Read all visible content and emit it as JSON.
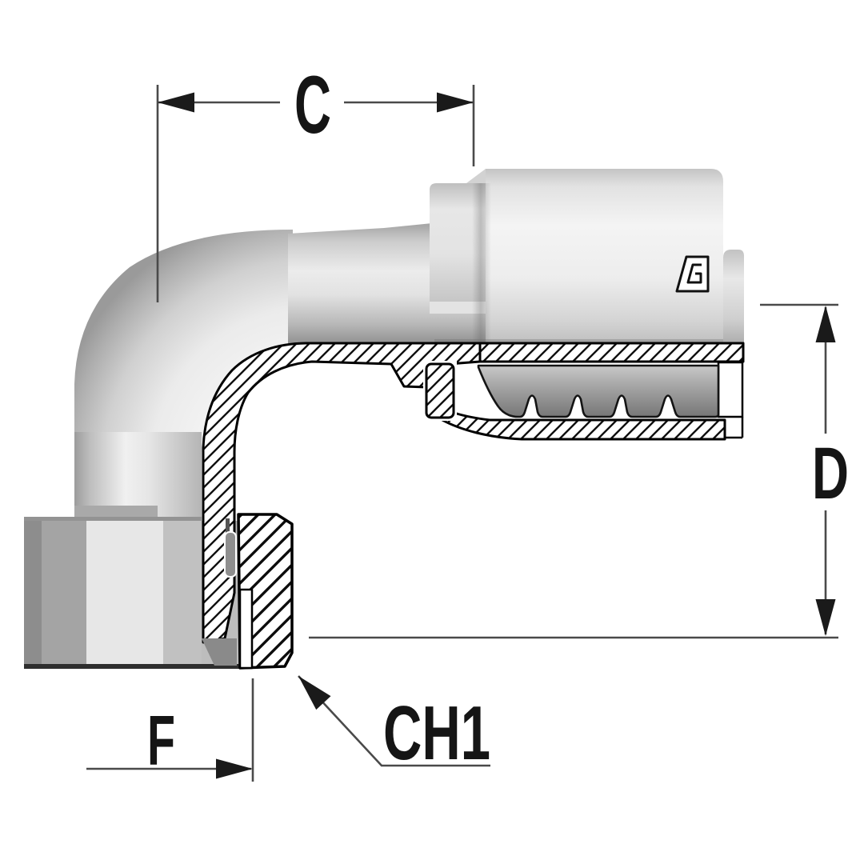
{
  "diagram": {
    "type": "technical-drawing",
    "description": "90 degree elbow hydraulic hose crimp fitting shown in quarter cross-section",
    "dimension_labels": {
      "c": "C",
      "d": "D",
      "f": "F",
      "ch1": "CH1"
    },
    "logo_icon": "manufacturer-mark-icon",
    "colors": {
      "background": "#ffffff",
      "dimension_line": "#4a4a4a",
      "arrow_fill": "#1a1a1a",
      "section_outline": "#000000",
      "metal_light": "#f2f2f2",
      "metal_mid": "#cfcfcf",
      "metal_dark": "#8f8f8f",
      "serration_dark": "#777777"
    }
  }
}
